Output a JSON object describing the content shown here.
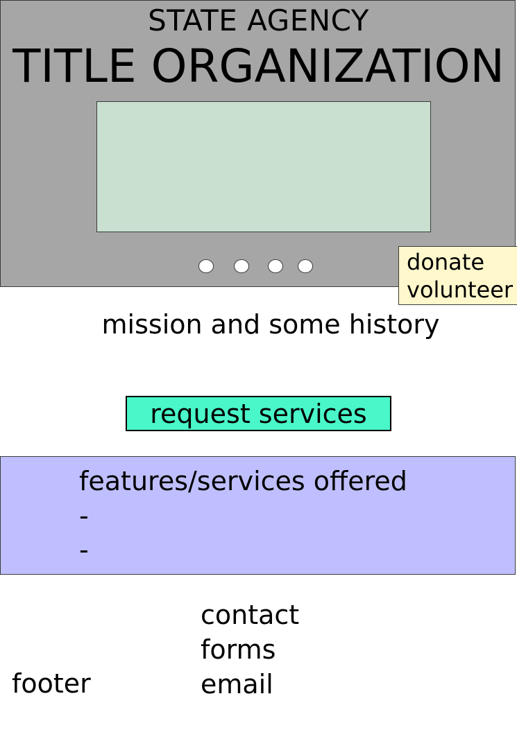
{
  "header": {
    "agency": "STATE AGENCY",
    "title": "TITLE ORGANIZATION",
    "carousel_slide_count": 4
  },
  "callout": {
    "donate": "donate",
    "volunteer": "volunteer"
  },
  "mission": {
    "text": "mission and some history"
  },
  "request_button": {
    "label": "request services"
  },
  "features": {
    "heading": "features/services offered",
    "items": [
      "-",
      "-"
    ]
  },
  "contact": {
    "items": [
      "contact",
      "forms",
      "email"
    ]
  },
  "footer": {
    "label": "footer"
  },
  "colors": {
    "header_bg": "#a6a6a6",
    "carousel_bg": "#c9e0d0",
    "callout_bg": "#fff8cc",
    "button_bg": "#49f7c9",
    "features_bg": "#bfbfff"
  }
}
